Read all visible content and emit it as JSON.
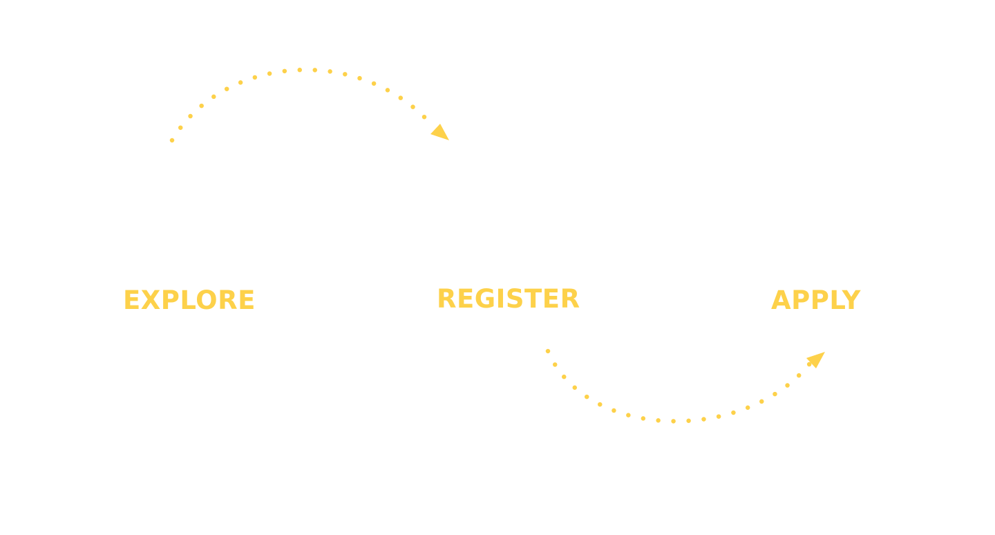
{
  "colors": {
    "background": "#ffffff",
    "accent": "#fdd14a"
  },
  "steps": [
    {
      "label": "EXPLORE"
    },
    {
      "label": "REGISTER"
    },
    {
      "label": "APPLY"
    }
  ],
  "connectors": [
    {
      "from": "EXPLORE",
      "to": "REGISTER",
      "style": "dotted-arc",
      "direction": "over"
    },
    {
      "from": "REGISTER",
      "to": "APPLY",
      "style": "dotted-arc",
      "direction": "under"
    }
  ]
}
